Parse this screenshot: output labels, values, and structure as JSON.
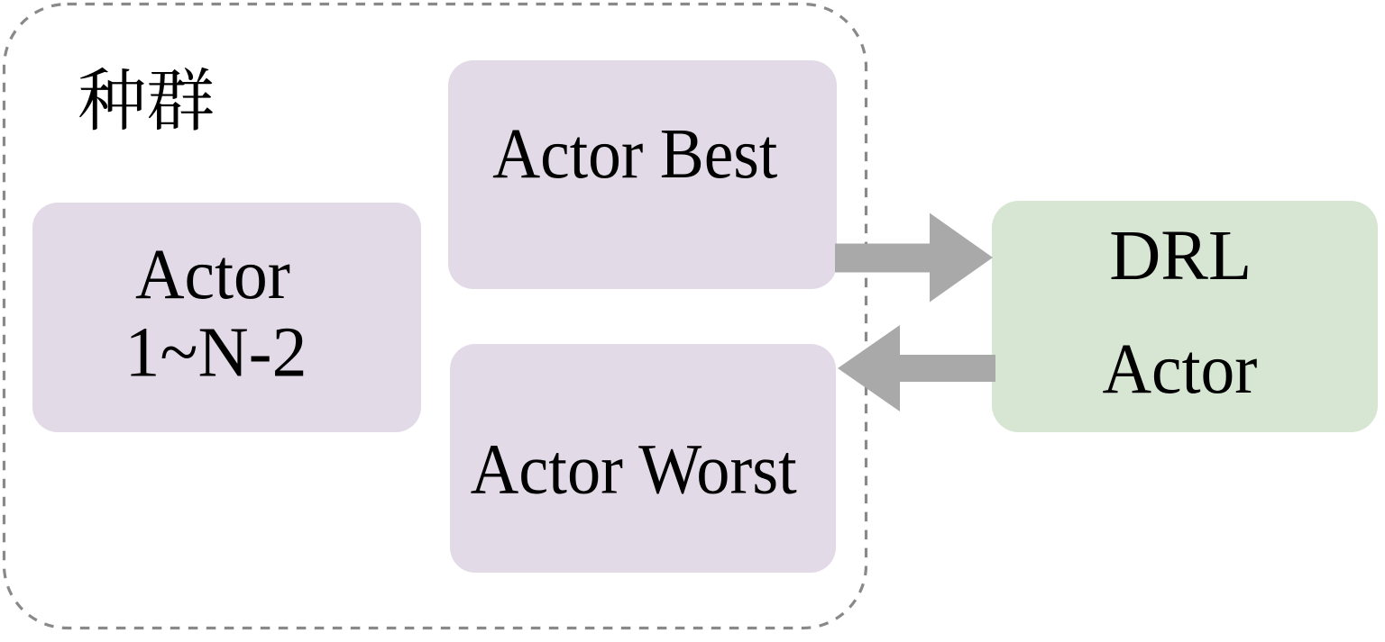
{
  "population": {
    "label": "种群",
    "boxes": {
      "actors": {
        "line1": "Actor",
        "line2": "1~N-2"
      },
      "best": {
        "label": "Actor Best"
      },
      "worst": {
        "label": "Actor Worst"
      }
    }
  },
  "drl": {
    "line1": "DRL",
    "line2": "Actor"
  },
  "arrows": {
    "best_to_drl": {
      "direction": "right",
      "from": "Actor Best",
      "to": "DRL Actor"
    },
    "drl_to_worst": {
      "direction": "left",
      "from": "DRL Actor",
      "to": "Actor Worst"
    }
  },
  "colors": {
    "background": "#ffffff",
    "population_box_fill": "#e3dae8",
    "drl_box_fill": "#d6e6d3",
    "arrow_fill": "#a9a9a9",
    "dashed_border": "#898989",
    "text": "#000000"
  }
}
